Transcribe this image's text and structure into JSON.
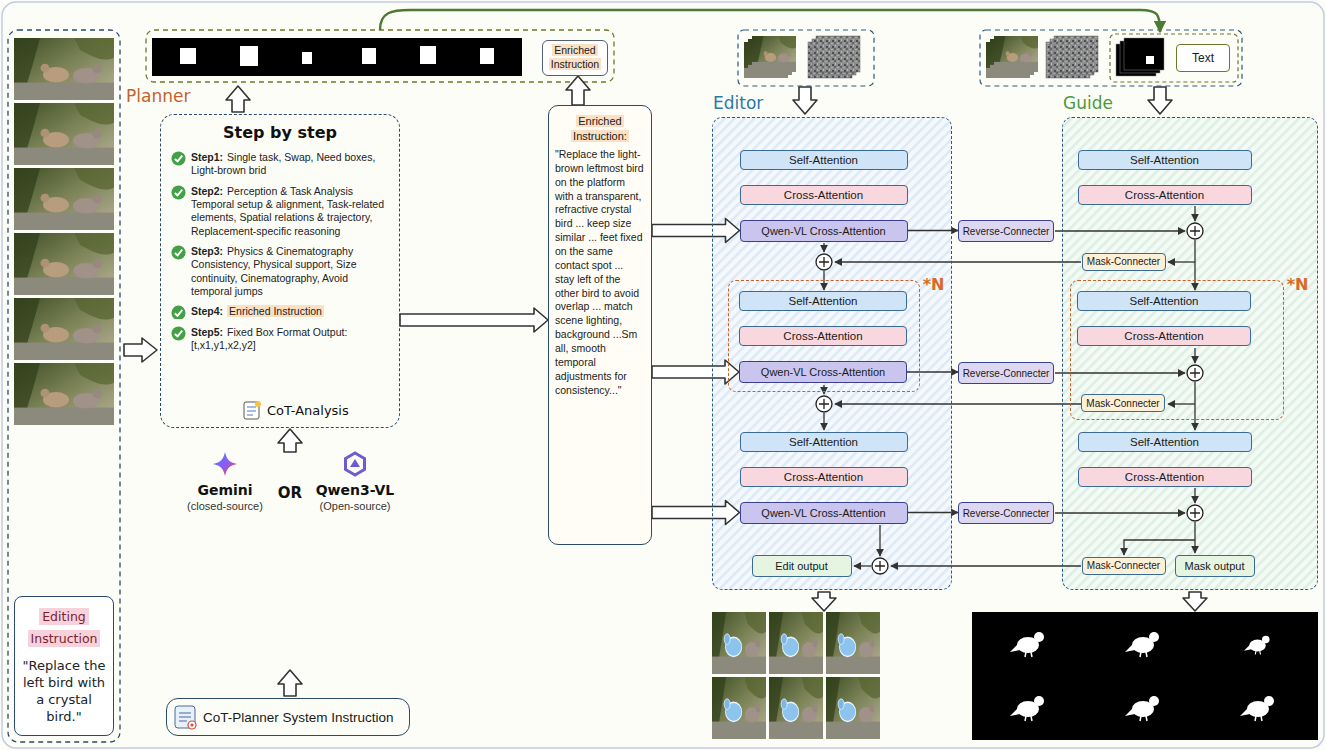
{
  "diagram": {
    "nodes": [
      {
        "text": [
          "Editing Instruction",
          "\"Replace the left bird with a crystal bird.\""
        ]
      },
      {
        "text": [
          "Enriched Instruction"
        ]
      },
      {
        "text": [
          "Step by step",
          "Step1:",
          "Single task, Swap, Need boxes, Light-brown brid",
          "Step2:",
          "Perception & Task Analysis Temporal setup & alignment, Task-related elements, Spatial relations & trajectory, Replacement-specific reasoning",
          "Step3:",
          "Physics & Cinematography Consistency, Physical support, Size continuity, Cinematography, Avoid temporal jumps",
          "Step4:",
          "Enriched Instruction",
          "Step5:",
          "Fixed Box Format Output: [t,x1,y1,x2,y2]",
          "CoT-Analysis"
        ]
      },
      {
        "text": [
          "CoT-Planner System Instruction"
        ]
      },
      {
        "text": [
          "Enriched Instruction:",
          "\"Replace the light-brown leftmost bird on the platform with a transparent, refractive crystal bird ... keep size similar ... feet fixed on the same contact spot ... stay left of the other bird to avoid overlap ... match scene lighting, background ...Sm all, smooth temporal adjustments for consistency...\""
        ]
      },
      {
        "text": [
          "Editor"
        ]
      },
      {
        "text": [
          "Self-Attention"
        ],
        "in": 5
      },
      {
        "text": [
          "Cross-Attention"
        ],
        "in": 5
      },
      {
        "text": [
          "Qwen-VL Cross-Attention"
        ],
        "in": 5
      },
      {
        "text": [
          "*N"
        ],
        "in": 5
      },
      {
        "text": [
          "Self-Attention"
        ],
        "in": 9
      },
      {
        "text": [
          "Cross-Attention"
        ],
        "in": 9
      },
      {
        "text": [
          "Qwen-VL Cross-Attention"
        ],
        "in": 9
      },
      {
        "text": [
          "Self-Attention"
        ],
        "in": 5
      },
      {
        "text": [
          "Cross-Attention"
        ],
        "in": 5
      },
      {
        "text": [
          "Qwen-VL Cross-Attention"
        ],
        "in": 5
      },
      {
        "text": [
          "Edit output"
        ],
        "in": 5
      },
      {
        "text": [
          "Reverse-Connecter"
        ]
      },
      {
        "text": [
          "Reverse-Connecter"
        ]
      },
      {
        "text": [
          "Reverse-Connecter"
        ]
      },
      {
        "text": [
          "Guide"
        ]
      },
      {
        "text": [
          "Self-Attention"
        ],
        "in": 20
      },
      {
        "text": [
          "Cross-Attention"
        ],
        "in": 20
      },
      {
        "text": [
          "Mask-Connecter"
        ],
        "in": 20
      },
      {
        "text": [
          "*N"
        ],
        "in": 20
      },
      {
        "text": [
          "Self-Attention"
        ],
        "in": 24
      },
      {
        "text": [
          "Cross-Attention"
        ],
        "in": 24
      },
      {
        "text": [
          "Mask-Connecter"
        ],
        "in": 24
      },
      {
        "text": [
          "Self-Attention"
        ],
        "in": 20
      },
      {
        "text": [
          "Cross-Attention"
        ],
        "in": 20
      },
      {
        "text": [
          "Mask-Connecter"
        ],
        "in": 20
      },
      {
        "text": [
          "Mask output"
        ],
        "in": 20
      },
      {
        "text": [
          "Text"
        ]
      }
    ],
    "edges": [
      {
        "from": 2,
        "to": 4,
        "arrow": "to"
      },
      {
        "from": 4,
        "to": 1,
        "arrow": "to"
      },
      {
        "from": 4,
        "to": 8,
        "arrow": "to"
      },
      {
        "from": 4,
        "to": 12,
        "arrow": "to"
      },
      {
        "from": 4,
        "to": 15,
        "arrow": "to"
      },
      {
        "from": 8,
        "to": 17,
        "arrow": "to"
      },
      {
        "from": 12,
        "to": 18,
        "arrow": "to"
      },
      {
        "from": 15,
        "to": 19,
        "arrow": "to"
      }
    ],
    "labels": [
      "Planner",
      "Gemini",
      "(closed-source)",
      "OR",
      "Qwen3-VL",
      "(Open-source)"
    ]
  }
}
